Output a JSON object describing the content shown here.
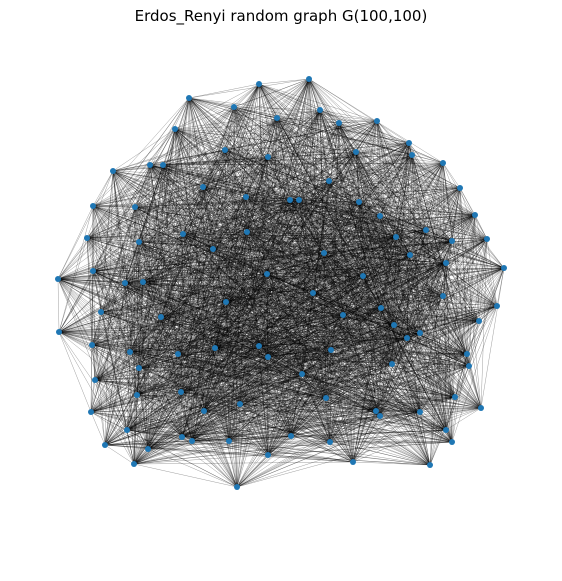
{
  "title": "Erdos_Renyi random graph G(100,100)",
  "graph": {
    "model": "Erdos-Renyi",
    "node_count": 100,
    "node_color": "#1f77b4",
    "edge_color": "#000000"
  }
}
